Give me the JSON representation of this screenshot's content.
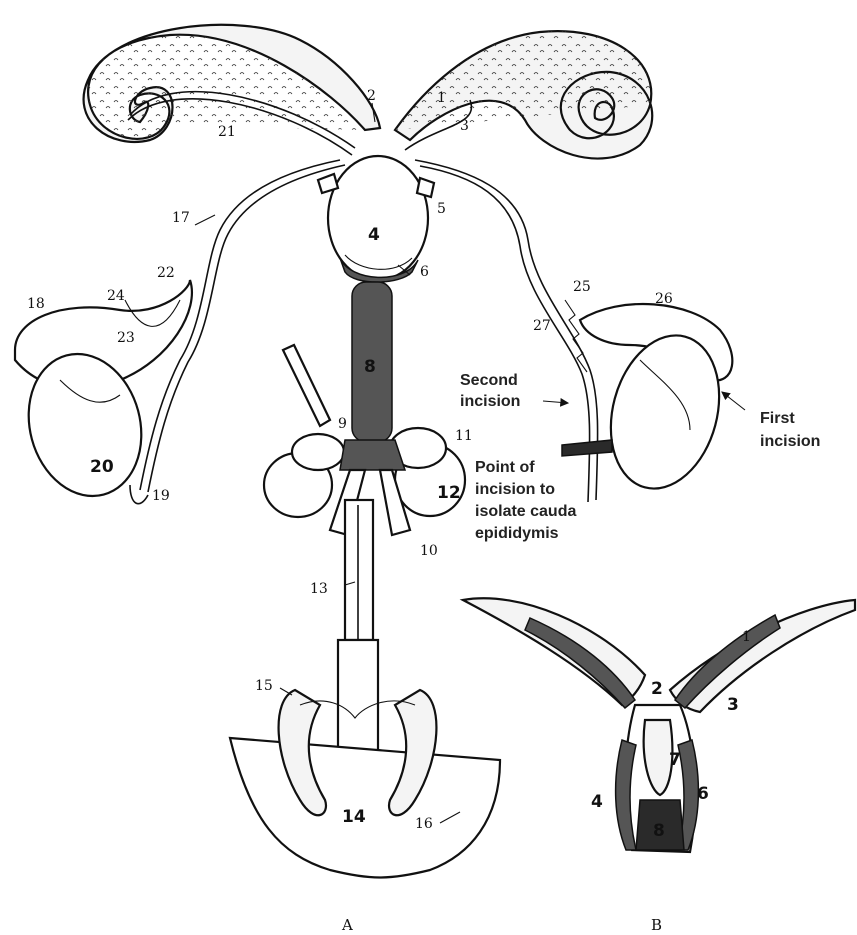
{
  "panel_labels": {
    "a": "A",
    "b": "B"
  },
  "numbers": {
    "n1": "1",
    "n2": "2",
    "n3": "3",
    "n4": "4",
    "n5": "5",
    "n6": "6",
    "n8": "8",
    "n9": "9",
    "n10": "10",
    "n11": "11",
    "n12": "12",
    "n13": "13",
    "n14": "14",
    "n15": "15",
    "n16": "16",
    "n17": "17",
    "n18": "18",
    "n19": "19",
    "n20": "20",
    "n21": "21",
    "n22": "22",
    "n23": "23",
    "n24": "24",
    "n25": "25",
    "n26": "26",
    "n27": "27"
  },
  "panel_b_numbers": {
    "n1": "1",
    "n2": "2",
    "n3": "3",
    "n4": "4",
    "n6": "6",
    "n7": "7",
    "n8": "8"
  },
  "captions": {
    "second_incision_line1": "Second",
    "second_incision_line2": "incision",
    "first_incision_line1": "First",
    "first_incision_line2": "incision",
    "point_line1": "Point of",
    "point_line2": "incision to",
    "point_line3": "isolate cauda",
    "point_line4": "epididymis"
  }
}
